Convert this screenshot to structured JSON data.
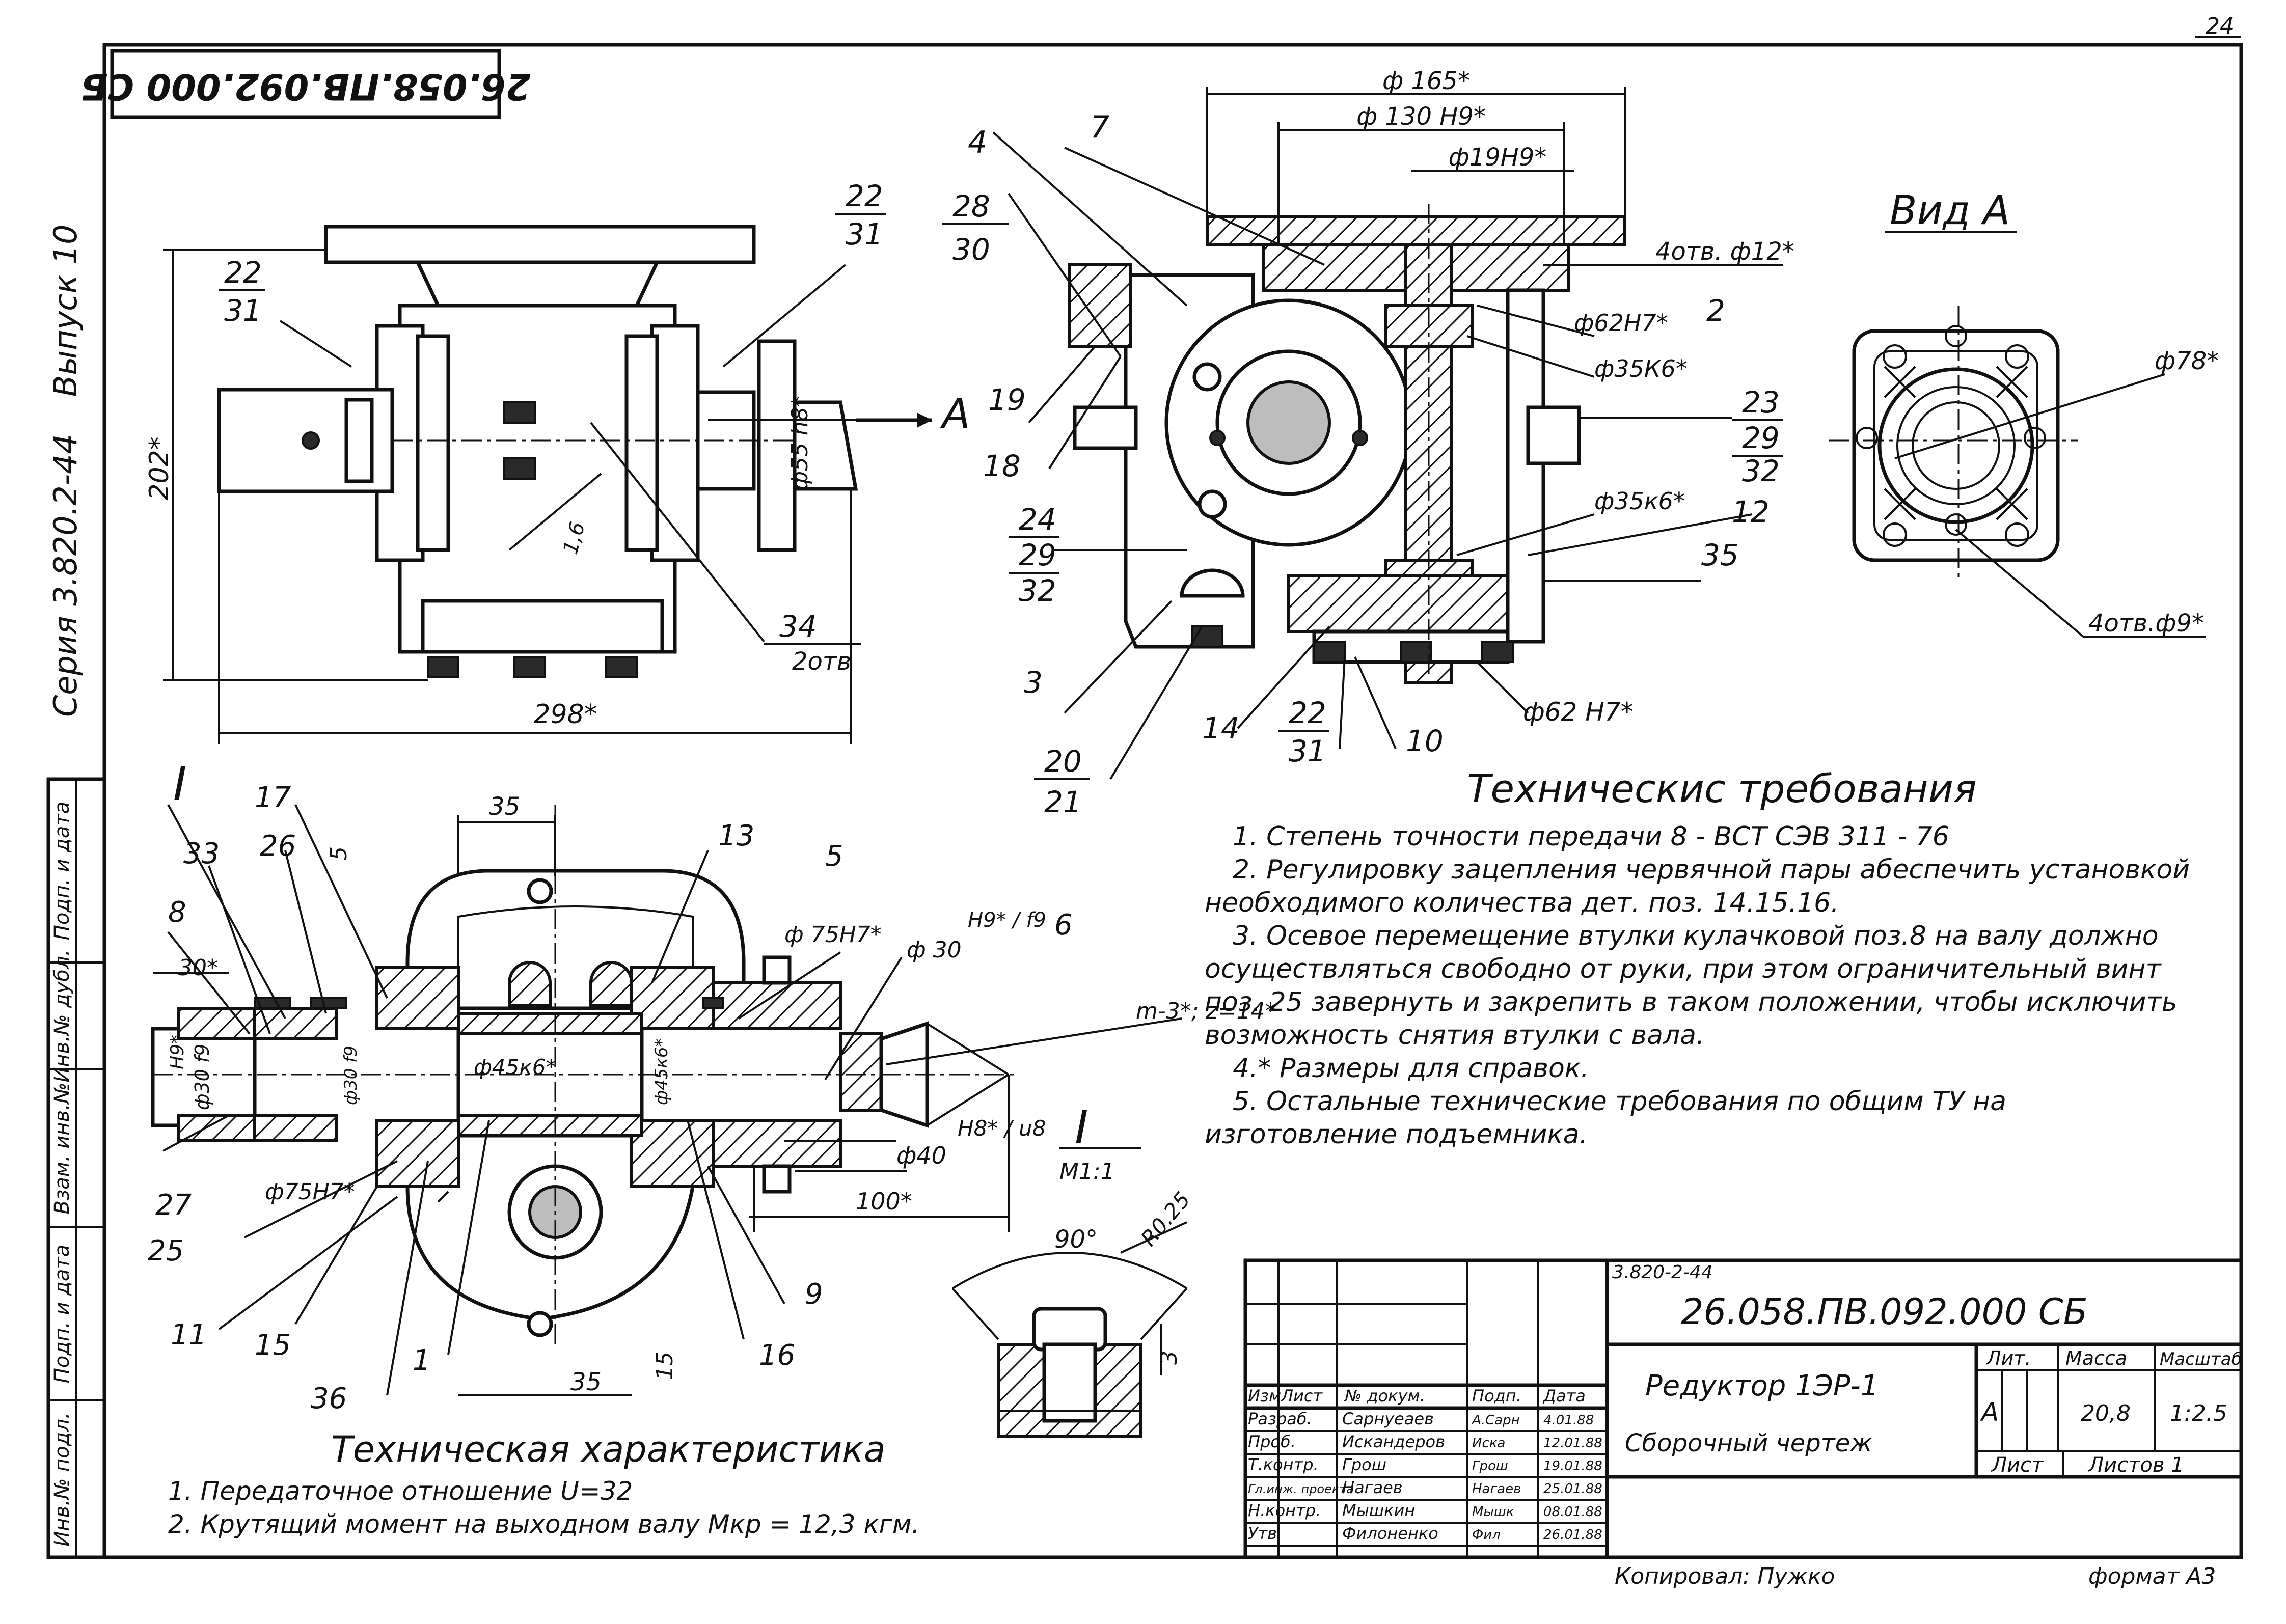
{
  "sheet": {
    "corner_number": "24",
    "inverted_code": "26.058.ПВ.092.000 СБ",
    "issue_label": "Выпуск 10",
    "series_label": "Серия 3.820.2-44",
    "left_strip_labels": [
      "Подп. и дата",
      "Инв.№ дубл.",
      "Взам. инв.№",
      "Подп. и дата",
      "Инв.№ подл."
    ]
  },
  "top_left_view": {
    "callouts": [
      "22",
      "31",
      "22",
      "31",
      "34",
      "2отв"
    ],
    "dims": {
      "height": "202*",
      "width": "298*",
      "flange": "ф55 h8*",
      "roughness": "1,6"
    },
    "view_arrow": "А"
  },
  "top_middle_view": {
    "dims": {
      "d165": "ф 165*",
      "d130": "ф 130 Н9*",
      "d19": "ф19Н9*",
      "holes": "4отв. ф12*",
      "d62a": "ф62Н7*",
      "d35a": "ф35К6*",
      "d35b": "ф35к6*",
      "d62b": "ф62 Н7*"
    },
    "callouts": [
      "4",
      "7",
      "28",
      "30",
      "19",
      "18",
      "2",
      "23",
      "29",
      "32",
      "12",
      "35",
      "24",
      "29",
      "32",
      "3",
      "20",
      "21",
      "14",
      "22",
      "31",
      "10"
    ]
  },
  "view_a": {
    "title": "Вид А",
    "dims": {
      "d78": "ф78*",
      "holes": "4отв.ф9*"
    }
  },
  "tech_requirements": {
    "title": "Техническис требования",
    "lines": [
      "1. Степень точности передачи 8 - ВСТ СЭВ 311 - 76",
      "2. Регулировку зацепления червячной пары абеспечить установкой",
      "необходимого количества дет. поз. 14.15.16.",
      "3. Осевое перемещение втулки кулачковой поз.8 на валу должно",
      "осуществляться свободно от руки, при этом ограничительный винт",
      "поз. 25 завернуть и закрепить в таком положении, чтобы исключить",
      "возможность снятия втулки с вала.",
      "4.* Размеры для справок.",
      "5. Остальные технические требования по общим ТУ на",
      "изготовление подъемника."
    ]
  },
  "section_view": {
    "roman": "I",
    "callouts": [
      "17",
      "26",
      "33",
      "8",
      "13",
      "5",
      "6",
      "27",
      "25",
      "11",
      "15",
      "36",
      "1",
      "16",
      "9"
    ],
    "dims": {
      "top35": "35",
      "top5": "5",
      "d75a": "ф 75Н7*",
      "d30": "ф 30",
      "fit": "Н9* / f9",
      "angle30": "30*",
      "lh": "Н9*",
      "d30l": "ф30 f9",
      "d30m": "ф30 f9",
      "d45a": "ф45к6*",
      "d45b": "ф45к6*",
      "module": "m-3*; z=14*",
      "d40": "ф40",
      "fit2": "Н8* / u8",
      "len100": "100*",
      "d75b": "ф75Н7*",
      "bot35": "35",
      "bot15": "15"
    }
  },
  "detail_view": {
    "roman": "I",
    "scale": "М1:1",
    "dims": {
      "angle": "90°",
      "radius": "R0.25",
      "depth": "3"
    }
  },
  "tech_characteristic": {
    "title": "Техническая характеристика",
    "lines": [
      "1. Передаточное отношение  U=32",
      "2. Крутящий момент на выходном валу  Мкр = 12,3 кгм."
    ]
  },
  "title_block": {
    "series_ref": "3.820-2-44",
    "doc_code": "26.058.ПВ.092.000 СБ",
    "name": "Редуктор 1ЭР-1",
    "doc_type": "Сборочный чертеж",
    "headers": {
      "izm": "Изм",
      "list": "Лист",
      "doc_no": "№ докум.",
      "sign": "Подп.",
      "date": "Дата"
    },
    "rows": [
      {
        "role": "Разраб.",
        "name": "Сарнуеаев",
        "sign": "А.Сарн",
        "date": "4.01.88"
      },
      {
        "role": "Проб.",
        "name": "Искандеров",
        "sign": "Иска",
        "date": "12.01.88"
      },
      {
        "role": "Т.контр.",
        "name": "Грош",
        "sign": "Грош",
        "date": "19.01.88"
      },
      {
        "role": "Гл.инж. проекта",
        "name": "Нагаев",
        "sign": "Нагаев",
        "date": "25.01.88"
      },
      {
        "role": "Н.контр.",
        "name": "Мышкин",
        "sign": "Мышк",
        "date": "08.01.88"
      },
      {
        "role": "Утв",
        "name": "Филоненко",
        "sign": "Фил",
        "date": "26.01.88"
      }
    ],
    "lit_label": "Лит.",
    "lit_value": "А",
    "mass_label": "Масса",
    "mass_value": "20,8",
    "scale_label": "Масштаб",
    "scale_value": "1:2.5",
    "sheet_label": "Лист",
    "sheets_label": "Листов 1"
  },
  "footer": {
    "copied": "Копировал: Пужко",
    "format": "формат А3"
  }
}
